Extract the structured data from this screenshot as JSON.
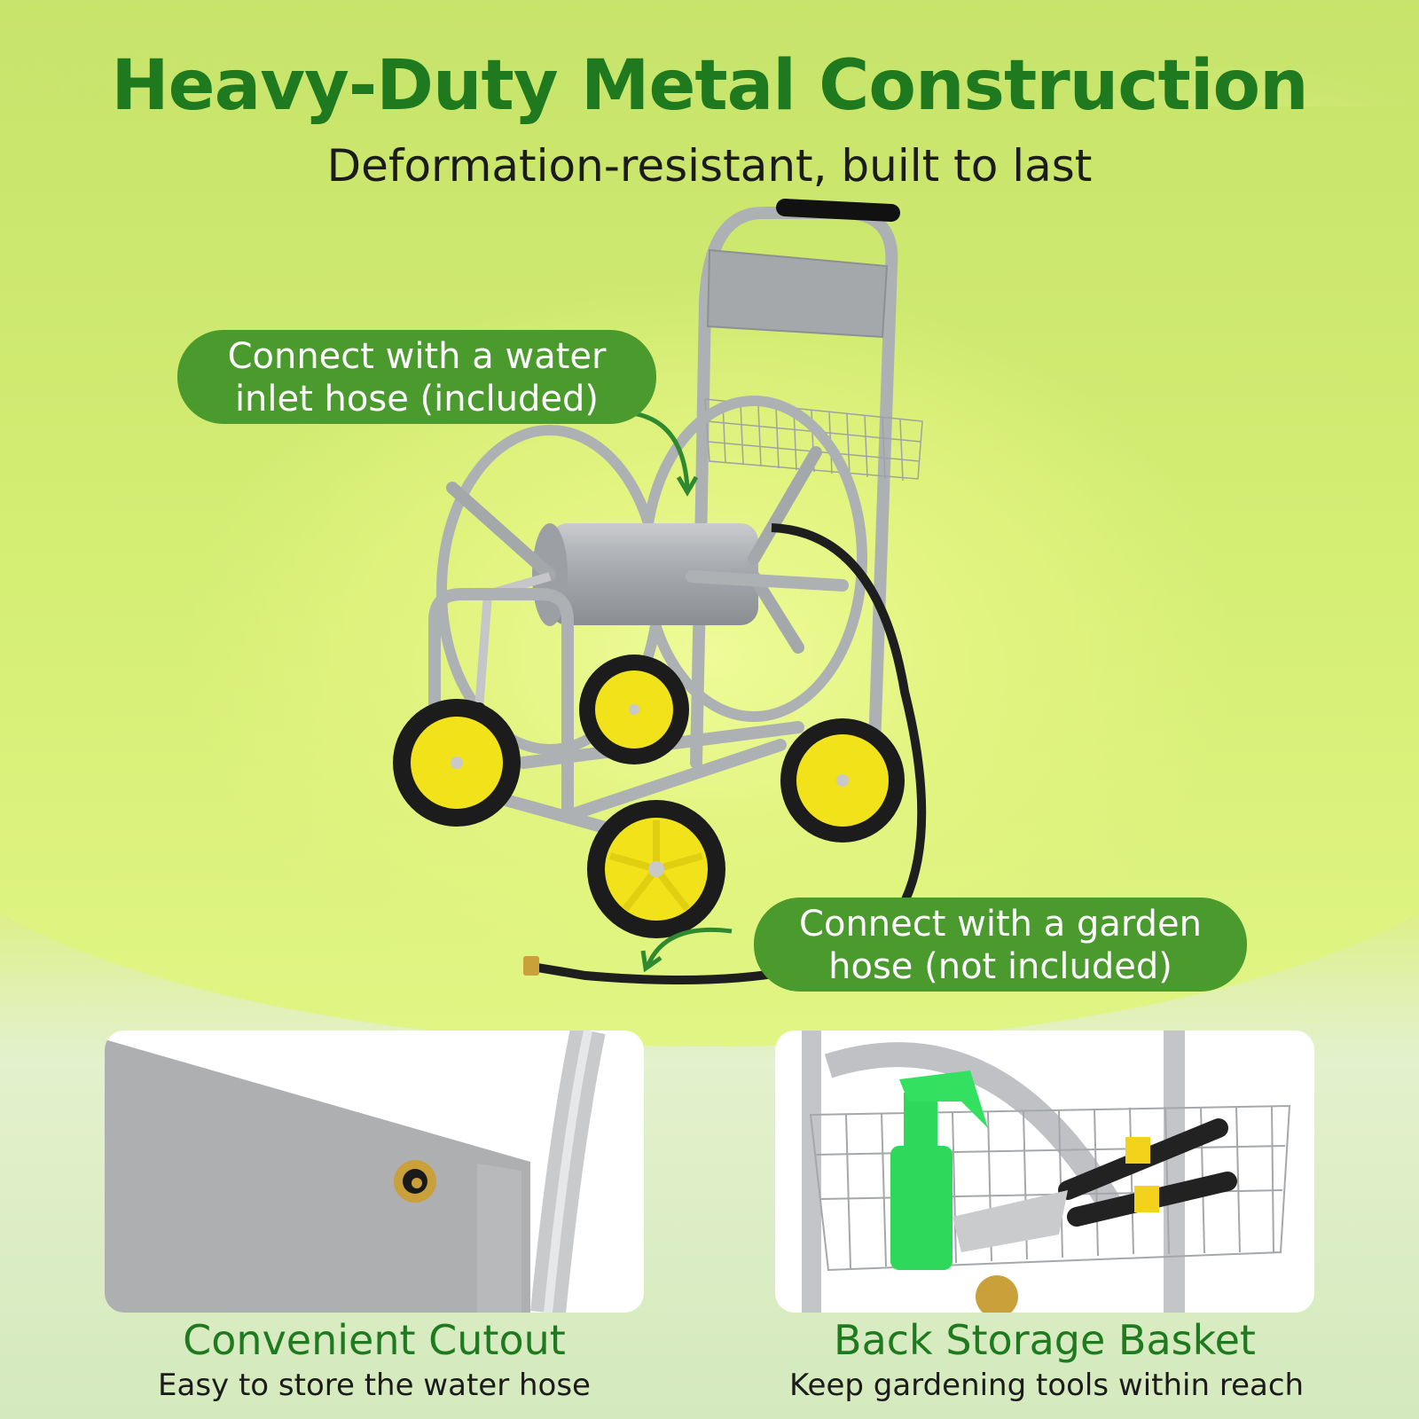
{
  "header": {
    "title": "Heavy-Duty Metal Construction",
    "subtitle": "Deformation-resistant, built to last"
  },
  "callouts": [
    {
      "line1": "Connect with a water",
      "line2": "inlet hose (included)"
    },
    {
      "line1": "Connect with a garden",
      "line2": "hose (not included)"
    }
  ],
  "product": {
    "name": "hose-reel-cart",
    "colors": {
      "frame": "#b9bcbf",
      "wheel_hub": "#f2e21a",
      "tire": "#1c1c1c",
      "hose": "#1e1e1e",
      "handle_grip": "#111111",
      "brass": "#c9a03a"
    }
  },
  "features": [
    {
      "title": "Convenient Cutout",
      "description": "Easy to store the water hose"
    },
    {
      "title": "Back Storage Basket",
      "description": "Keep gardening tools within reach"
    }
  ],
  "colors": {
    "title_green": "#1f7a1f",
    "bubble_green": "#4a9a2e",
    "background_lime": "#d5ee74",
    "text_dark": "#1b1b1b"
  }
}
